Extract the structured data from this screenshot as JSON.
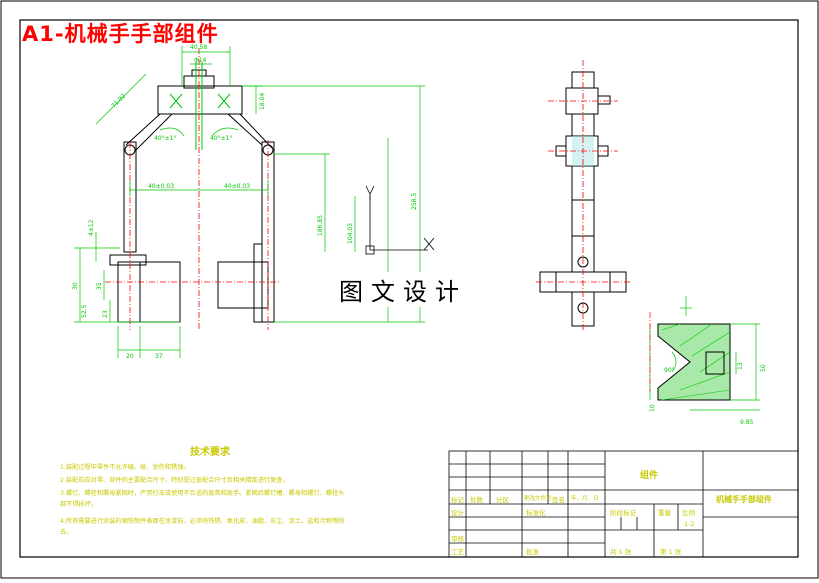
{
  "drawing": {
    "title": "A1-机械手手部组件",
    "watermark": "图文设计"
  },
  "dimensions": {
    "top_width": "40.58",
    "bolt_dia": "Φ14",
    "arm_len": "71.92",
    "angle_left": "40°±1°",
    "angle_right": "40°±1°",
    "half_span_left": "40±0.03",
    "half_span_right": "40±0.03",
    "block_h": "18.04",
    "h1": "186.85",
    "h2": "104.03",
    "total_h": "258.5",
    "finger_w": "4±12",
    "left_h": "30",
    "left_h2": "35",
    "left_h3": "52.5",
    "left_h4": "23",
    "bottom_w1": "20",
    "bottom_w2": "37",
    "v_angle": "90°",
    "v_h": "50",
    "v_small": "13",
    "v_small2": "10",
    "v_bottom": "9.85"
  },
  "tech": {
    "heading": "技术要求",
    "notes": [
      "1.装配过程中零件不允许磕、碰、划伤和锈蚀。",
      "2.装配前应对零、部件的主要配合尺寸，特别是过盈配合尺寸及相关精度进行复查。",
      "3.螺钉、螺栓和螺母紧固时，严禁打击或使用不合适的旋具和扳手。紧固后螺钉槽、螺母和螺钉、螺栓头",
      "部不得损坏。",
      "4.所有需要进行涂装的钢铁制件表面在涂漆前，必须将铁锈、氧化皮、油脂、灰尘、泥土、盐和污物等除",
      "去。"
    ]
  },
  "title_block": {
    "part_label": "组件",
    "part_name": "机械手手部组件",
    "row_labels": [
      "标记",
      "处数",
      "分区",
      "更改文件号",
      "签名",
      "年、月、日"
    ],
    "design": "设计",
    "standard": "标准化",
    "review": "审核",
    "process": "工艺",
    "approve": "批准",
    "stage_label": "阶段标记",
    "weight_label": "重量",
    "scale_label": "比例",
    "scale": "1:2",
    "sheets_total": "共 1 张",
    "sheet_no": "第 1 张"
  },
  "colors": {
    "outline": "#000000",
    "dimension": "#00c800",
    "centerline": "#ff0000",
    "text_yellow": "#c8c800",
    "hatch": "#00c800",
    "highlight": "#00c8c8",
    "title_red": "#ff0000"
  }
}
